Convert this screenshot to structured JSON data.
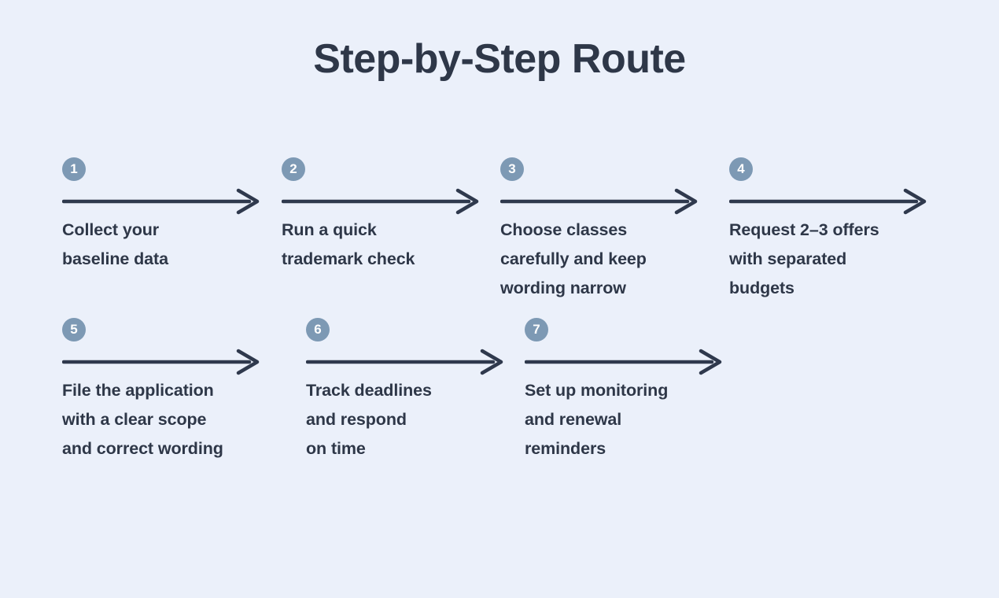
{
  "header": {
    "title": "Step-by-Step Route"
  },
  "theme": {
    "background": "#ebf0fa",
    "text": "#2e3748",
    "badge_fill": "#7d99b4",
    "badge_text": "#ffffff",
    "arrow": "#2f394d"
  },
  "steps": [
    {
      "number": "1",
      "text": "Collect your\nbaseline data",
      "arrow_label": "arrow-right",
      "arrow_width": 250
    },
    {
      "number": "2",
      "text": "Run a quick\ntrademark check",
      "arrow_label": "arrow-right",
      "arrow_width": 250
    },
    {
      "number": "3",
      "text": "Choose classes\ncarefully and keep\nwording narrow",
      "arrow_label": "arrow-right",
      "arrow_width": 250
    },
    {
      "number": "4",
      "text": "Request 2–3 offers\nwith separated\nbudgets",
      "arrow_label": "arrow-right",
      "arrow_width": 250
    },
    {
      "number": "5",
      "text": "File the application\nwith a clear scope\nand correct wording",
      "arrow_label": "arrow-right",
      "arrow_width": 250
    },
    {
      "number": "6",
      "text": "Track deadlines\nand respond\non time",
      "arrow_label": "arrow-right",
      "arrow_width": 250
    },
    {
      "number": "7",
      "text": "Set up monitoring\nand renewal\nreminders",
      "arrow_label": "arrow-right",
      "arrow_width": 250
    }
  ]
}
